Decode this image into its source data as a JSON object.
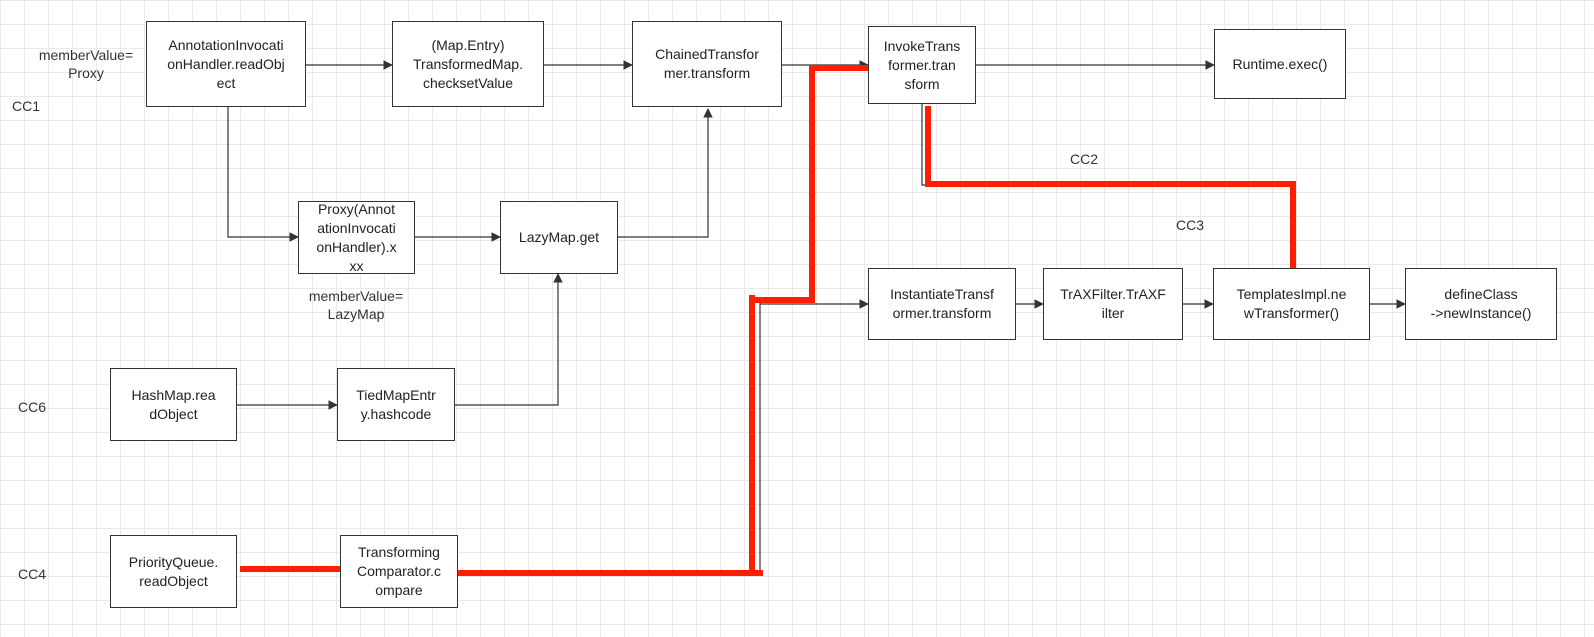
{
  "nodes": {
    "annotation_readobject": "AnnotationInvocati\nonHandler.readObj\nect",
    "checksetvalue": "(Map.Entry)\nTransformedMap.\nchecksetValue",
    "chained_transform": "ChainedTransfor\nmer.transform",
    "invoke_transform": "InvokeTrans\nformer.tran\nsform",
    "runtime_exec": "Runtime.exec()",
    "proxy": "Proxy(Annot\nationInvocati\nonHandler).x\nxx",
    "lazymap_get": "LazyMap.get",
    "instantiate_transform": "InstantiateTransf\normer.transform",
    "traxfilter": "TrAXFilter.TrAXF\nilter",
    "newtransformer": "TemplatesImpl.ne\nwTransformer()",
    "defineclass": "defineClass\n->newInstance()",
    "hashmap_readobject": "HashMap.rea\ndObject",
    "tiedmapentry": "TiedMapEntr\ny.hashcode",
    "priorityqueue": "PriorityQueue.\nreadObject",
    "comparator": "Transforming\nComparator.c\nompare"
  },
  "labels": {
    "membervalue_proxy": "memberValue=\nProxy",
    "membervalue_lazymap": "memberValue=\nLazyMap",
    "cc1": "CC1",
    "cc2": "CC2",
    "cc3": "CC3",
    "cc6": "CC6",
    "cc4": "CC4"
  },
  "colors": {
    "edge": "#333333",
    "highlight": "#ff1f00"
  }
}
